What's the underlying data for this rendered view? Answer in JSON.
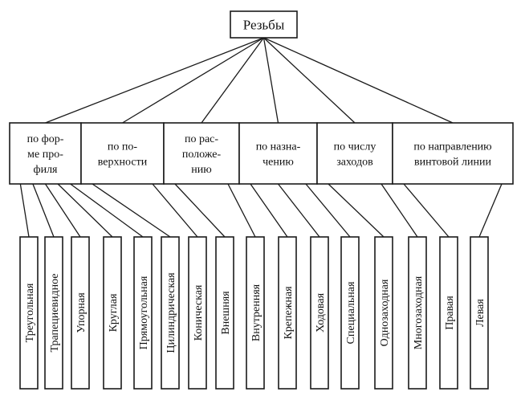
{
  "root": {
    "label": "Резьбы"
  },
  "categories": [
    {
      "lines": [
        "по фор-",
        "ме про-",
        "филя"
      ]
    },
    {
      "lines": [
        "по по-",
        "верхности"
      ]
    },
    {
      "lines": [
        "по рас-",
        "положе-",
        "нию"
      ]
    },
    {
      "lines": [
        "по назна-",
        "чению"
      ]
    },
    {
      "lines": [
        "по числу",
        "заходов"
      ]
    },
    {
      "lines": [
        "по направлению",
        "винтовой линии"
      ]
    }
  ],
  "leaves": [
    {
      "label": "Треугольная",
      "category": 0
    },
    {
      "label": "Трапециевидное",
      "category": 0
    },
    {
      "label": "Упорная",
      "category": 0
    },
    {
      "label": "Круглая",
      "category": 0
    },
    {
      "label": "Прямоугольная",
      "category": 0
    },
    {
      "label": "Цилиндрическая",
      "category": 1
    },
    {
      "label": "Коническая",
      "category": 1
    },
    {
      "label": "Внешняя",
      "category": 2
    },
    {
      "label": "Внутренняя",
      "category": 2
    },
    {
      "label": "Крепежная",
      "category": 3
    },
    {
      "label": "Ходовая",
      "category": 3
    },
    {
      "label": "Специальная",
      "category": 3
    },
    {
      "label": "Однозаходная",
      "category": 4
    },
    {
      "label": "Многозаходная",
      "category": 4
    },
    {
      "label": "Правая",
      "category": 5
    },
    {
      "label": "Левая",
      "category": 5
    }
  ]
}
